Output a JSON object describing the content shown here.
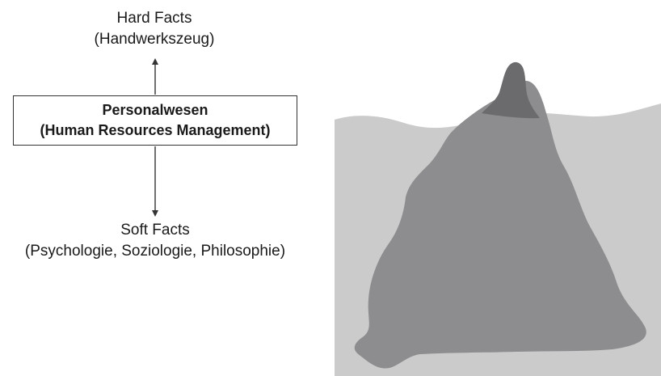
{
  "top_label": {
    "line1": "Hard Facts",
    "line2": "(Handwerkszeug)"
  },
  "center_box": {
    "line1": "Personalwesen",
    "line2": "(Human Resources Management)"
  },
  "bottom_label": {
    "line1": "Soft Facts",
    "line2": "(Psychologie, Soziologie, Philosophie)"
  },
  "colors": {
    "water": "#cbcbcb",
    "iceberg_underwater": "#8d8d8f",
    "iceberg_tip": "#6b6b6d",
    "text": "#1a1a1a",
    "arrow": "#333333"
  },
  "icons": {
    "up_arrow": "arrow-up-icon",
    "down_arrow": "arrow-down-icon",
    "iceberg": "iceberg-illustration"
  }
}
